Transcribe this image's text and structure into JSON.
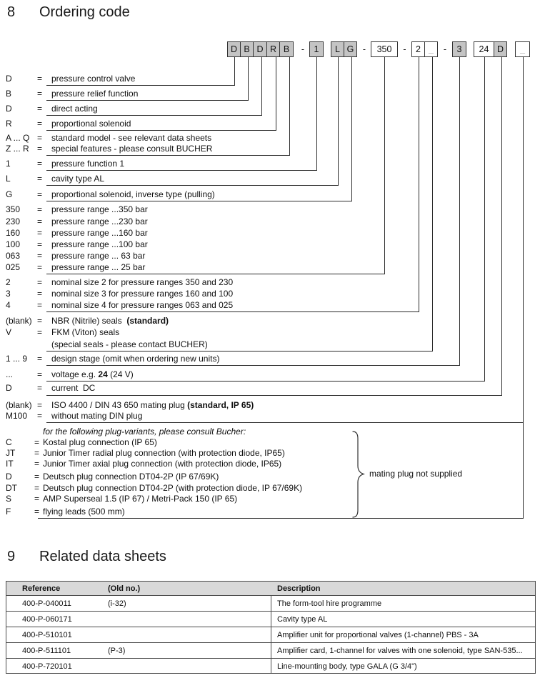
{
  "sections": {
    "ordering_code": {
      "number": "8",
      "title": "Ordering code"
    },
    "related": {
      "number": "9",
      "title": "Related data sheets"
    }
  },
  "ordering_code": {
    "separator": "-",
    "eq": "=",
    "code_boxes": [
      {
        "cells": [
          {
            "label": "D",
            "tone": "gray"
          },
          {
            "label": "B",
            "tone": "gray"
          },
          {
            "label": "D",
            "tone": "gray"
          },
          {
            "label": "R",
            "tone": "gray"
          },
          {
            "label": "B",
            "tone": "gray"
          }
        ]
      },
      {
        "cells": [
          {
            "label": "1",
            "tone": "gray"
          }
        ]
      },
      {
        "cells": [
          {
            "label": "L",
            "tone": "gray"
          },
          {
            "label": "G",
            "tone": "gray"
          }
        ]
      },
      {
        "cells": [
          {
            "label": "350",
            "tone": "white"
          }
        ]
      },
      {
        "cells": [
          {
            "label": "2",
            "tone": "white"
          },
          {
            "label": "_",
            "tone": "white",
            "muted": true
          }
        ]
      },
      {
        "cells": [
          {
            "label": "3",
            "tone": "gray"
          }
        ]
      },
      {
        "cells": [
          {
            "label": "24",
            "tone": "white"
          },
          {
            "label": "D",
            "tone": "gray"
          }
        ]
      },
      {
        "cells": [
          {
            "label": "_",
            "tone": "white",
            "muted": true
          }
        ]
      }
    ],
    "rows": [
      {
        "sym": "D",
        "text": "pressure control valve"
      },
      {
        "sym": "B",
        "text": "pressure relief function"
      },
      {
        "sym": "D",
        "text": "direct acting"
      },
      {
        "sym": "R",
        "text": "proportional solenoid"
      },
      {
        "sym": "A ... Q",
        "text": "standard model - see relevant data sheets"
      },
      {
        "sym": "Z ... R",
        "text": "special features - please consult BUCHER"
      },
      {
        "sym": "1",
        "text": "pressure function 1"
      },
      {
        "sym": "L",
        "text": "cavity type AL"
      },
      {
        "sym": "G",
        "text": "proportional solenoid, inverse type (pulling)"
      },
      {
        "sym": "350",
        "text": "pressure range ...350 bar"
      },
      {
        "sym": "230",
        "text": "pressure range ...230 bar"
      },
      {
        "sym": "160",
        "text": "pressure range ...160 bar"
      },
      {
        "sym": "100",
        "text": "pressure range ...100 bar"
      },
      {
        "sym": "063",
        "text": "pressure range ... 63 bar"
      },
      {
        "sym": "025",
        "text": "pressure range ... 25 bar"
      },
      {
        "sym": "2",
        "text": "nominal size 2 for pressure ranges 350 and 230"
      },
      {
        "sym": "3",
        "text": "nominal size 3 for pressure ranges 160 and 100"
      },
      {
        "sym": "4",
        "text": "nominal size 4 for pressure ranges 063 and 025"
      },
      {
        "sym": "(blank)",
        "parts": [
          {
            "t": "NBR (Nitrile) seals  "
          },
          {
            "t": "(standard)",
            "b": true
          }
        ]
      },
      {
        "sym": "V",
        "text": "FKM (Viton) seals"
      },
      {
        "sym": "",
        "text": "(special seals - please contact BUCHER)"
      },
      {
        "sym": "1 ... 9",
        "text": "design stage (omit when ordering new units)"
      },
      {
        "sym": "...",
        "parts": [
          {
            "t": "voltage e.g. "
          },
          {
            "t": "24",
            "b": true
          },
          {
            "t": " (24 V)"
          }
        ]
      },
      {
        "sym": "D",
        "text": "current  DC"
      },
      {
        "sym": "(blank)",
        "parts": [
          {
            "t": "ISO 4400 / DIN 43 650 mating plug "
          },
          {
            "t": "(standard, IP 65)",
            "b": true
          }
        ]
      },
      {
        "sym": "M100",
        "text": "without mating DIN plug"
      },
      {
        "sym": "",
        "text": "for the following plug-variants, please consult Bucher:",
        "italic": true
      },
      {
        "sym": "C",
        "text": "Kostal plug connection (IP 65)"
      },
      {
        "sym": "JT",
        "text": "Junior Timer radial plug connection (with protection diode, IP65)"
      },
      {
        "sym": "IT",
        "text": "Junior Timer axial plug connection (with protection diode, IP65)"
      },
      {
        "sym": "D",
        "text": "Deutsch plug connection DT04-2P (IP 67/69K)"
      },
      {
        "sym": "DT",
        "text": "Deutsch plug connection DT04-2P (with protection diode, IP 67/69K)"
      },
      {
        "sym": "S",
        "text": "AMP Superseal 1.5 (IP 67) / Metri-Pack 150 (IP 65)"
      },
      {
        "sym": "F",
        "text": "flying leads (500 mm)"
      }
    ],
    "brace_note": "mating plug not supplied"
  },
  "related_table": {
    "headers": [
      "Reference",
      "(Old no.)",
      "Description"
    ],
    "rows": [
      {
        "reference": "400-P-040011",
        "old_no": "(i-32)",
        "description": "The form-tool hire programme"
      },
      {
        "reference": "400-P-060171",
        "old_no": "",
        "description": "Cavity type AL"
      },
      {
        "reference": "400-P-510101",
        "old_no": "",
        "description": "Amplifier unit for proportional valves (1-channel) PBS - 3A"
      },
      {
        "reference": "400-P-511101",
        "old_no": "(P-3)",
        "description": "Amplifier card, 1-channel for valves with one solenoid, type SAN-535..."
      },
      {
        "reference": "400-P-720101",
        "old_no": "",
        "description": "Line-mounting body, type GALA (G 3/4\")"
      }
    ]
  }
}
